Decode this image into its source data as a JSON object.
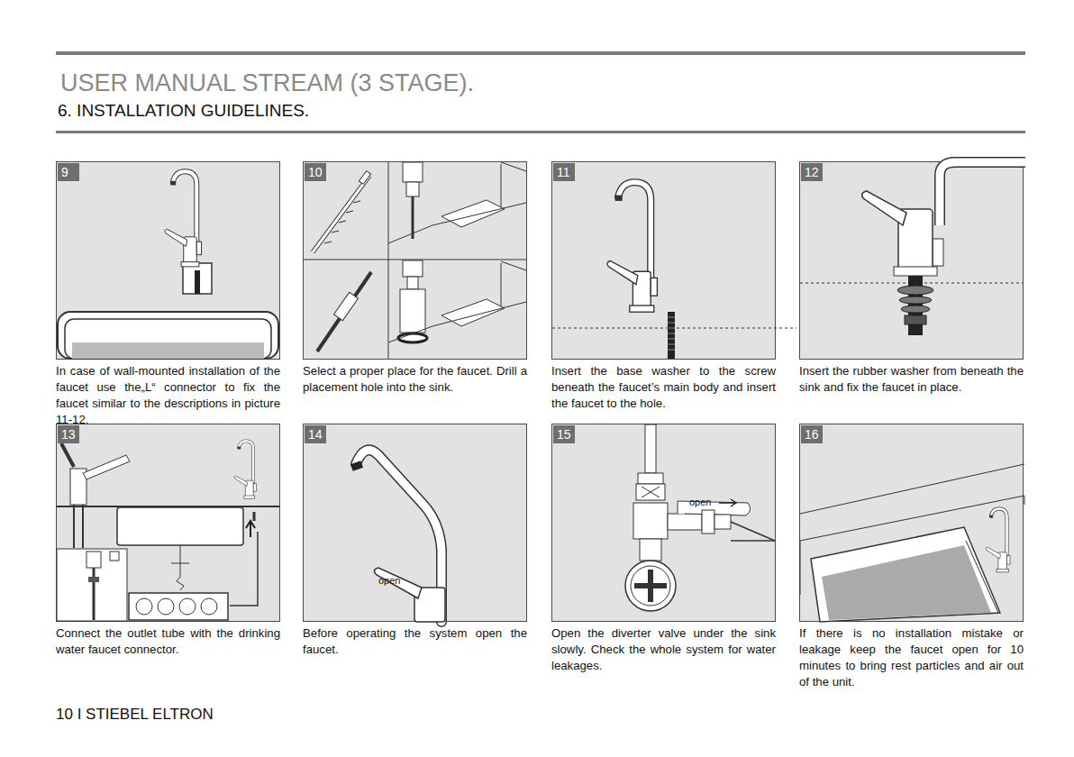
{
  "diagram": {
    "title": "USER MANUAL STREAM (3 STAGE).",
    "nodes": [
      {
        "text": [
          "9",
          "In case of wall-mounted installation of the faucet use the„L“ connector to fix the faucet similar to the descriptions in picture 11-12."
        ]
      },
      {
        "text": [
          "10",
          "Select a proper place for the faucet. Drill a placement hole into the sink."
        ]
      },
      {
        "text": [
          "11",
          "Insert the base washer to the screw beneath the faucet’s main body and insert the faucet to the hole."
        ]
      },
      {
        "text": [
          "12",
          "Insert the rubber washer from beneath the sink and fix the faucet in place."
        ]
      },
      {
        "text": [
          "13",
          "Connect the outlet tube with the drinking water faucet connector."
        ]
      },
      {
        "text": [
          "14",
          "Before operating the system open the faucet."
        ]
      },
      {
        "text": [
          "15",
          "Open the diverter valve under the sink slowly. Check the whole system for water leakages."
        ]
      },
      {
        "text": [
          "16",
          "If there is no installation mistake or leakage keep the faucet open for 10 minutes to bring rest particles and air out of the unit."
        ]
      }
    ],
    "labels": [
      "6. INSTALLATION GUIDELINES.",
      "open",
      "open",
      "10 I STIEBEL ELTRON"
    ]
  }
}
